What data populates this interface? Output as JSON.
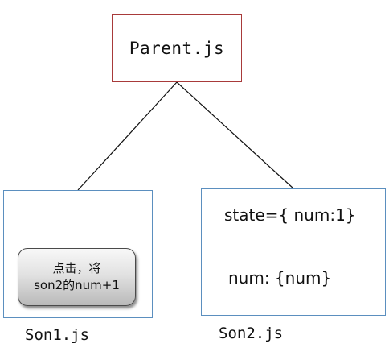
{
  "parent": {
    "label": "Parent.js"
  },
  "son1": {
    "label": "Son1.js",
    "button_line1": "点击，将",
    "button_line2": "son2的num+1"
  },
  "son2": {
    "label": "Son2.js",
    "state_text": "state={ num:1}",
    "num_text": "num: {num}"
  },
  "colors": {
    "parent_border": "#a83a3a",
    "child_border": "#5b8fbf",
    "connector": "#111111"
  }
}
